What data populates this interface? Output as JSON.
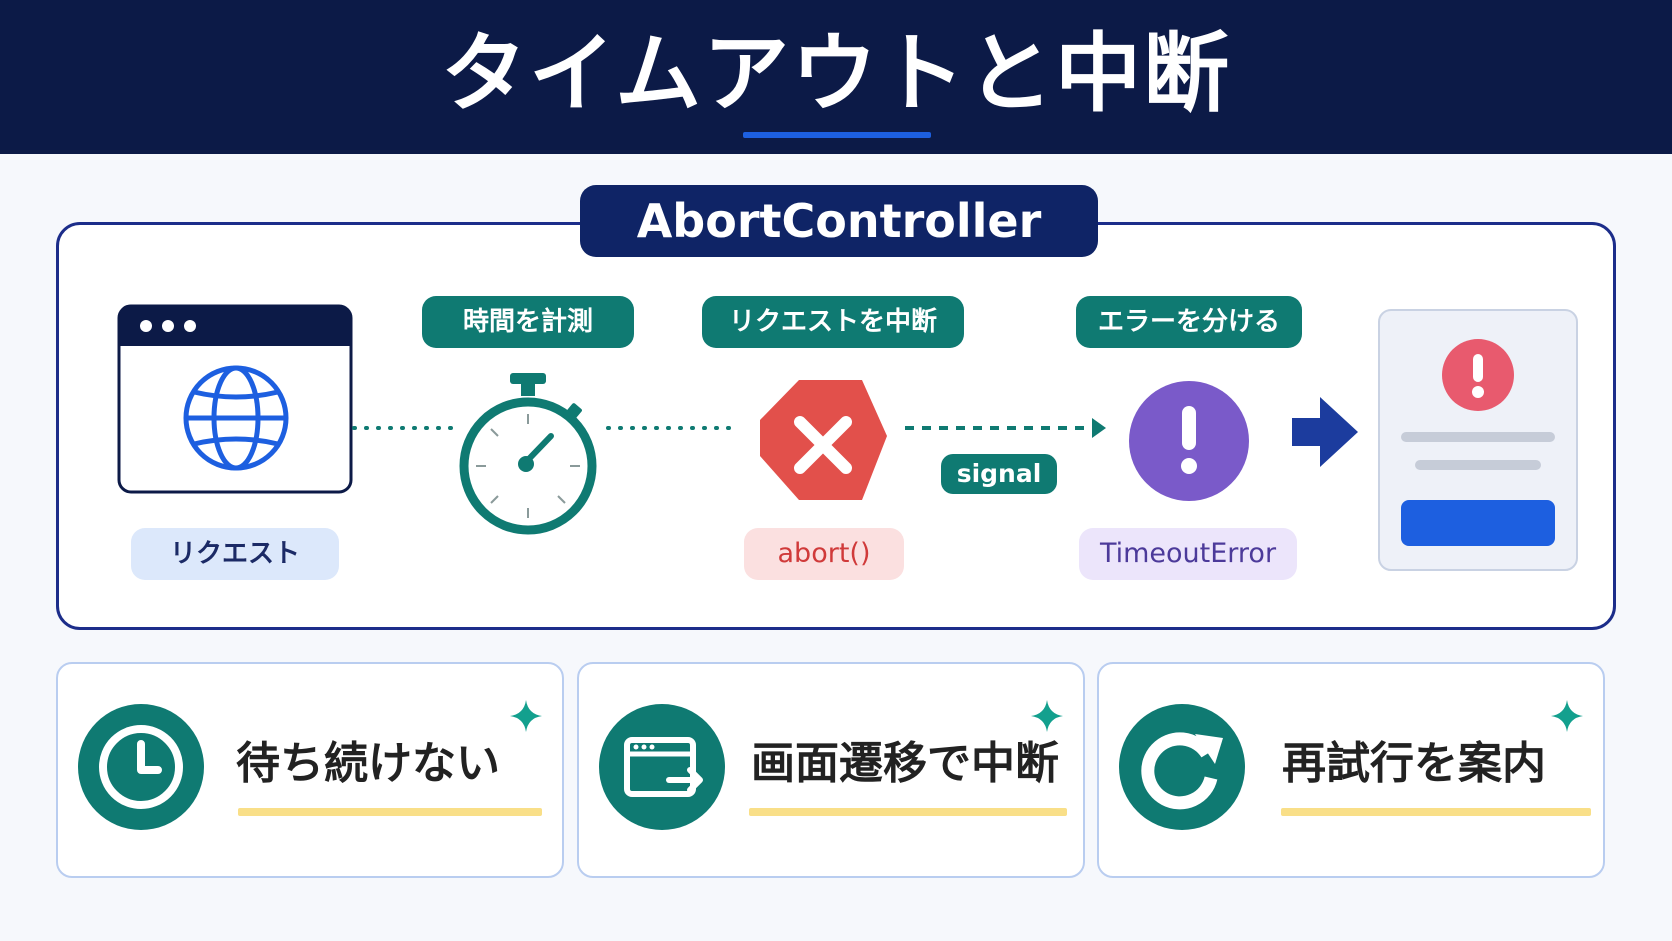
{
  "header": {
    "title": "タイムアウトと中断"
  },
  "flow": {
    "controller_label": "AbortController",
    "steps": [
      {
        "label": "時間を計測"
      },
      {
        "label": "リクエストを中断"
      },
      {
        "label": "エラーを分ける"
      }
    ],
    "request_label": "リクエスト",
    "abort_label": "abort()",
    "signal_label": "signal",
    "error_label": "TimeoutError"
  },
  "cards": [
    {
      "text": "待ち続けない",
      "icon": "clock-icon"
    },
    {
      "text": "画面遷移で中断",
      "icon": "window-exit-icon"
    },
    {
      "text": "再試行を案内",
      "icon": "refresh-icon"
    }
  ],
  "colors": {
    "navy": "#0c1a47",
    "teal": "#0f7a72",
    "blue": "#1d5fe0",
    "red": "#e2504b",
    "purple": "#7a5ac9",
    "pink": "#e85a6e",
    "highlight": "#f9df88"
  }
}
